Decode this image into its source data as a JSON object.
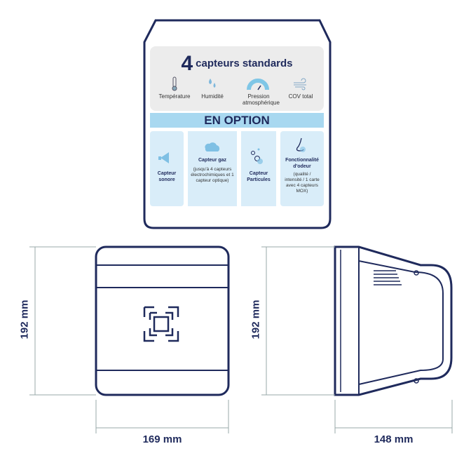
{
  "standard": {
    "count": "4",
    "title": "capteurs standards",
    "sensors": [
      {
        "label": "Température",
        "icon": "thermometer-icon"
      },
      {
        "label": "Humidité",
        "icon": "droplets-icon"
      },
      {
        "label": "Pression atmosphérique",
        "icon": "gauge-icon"
      },
      {
        "label": "COV total",
        "icon": "wind-icon"
      }
    ]
  },
  "option": {
    "title": "EN OPTION",
    "cards": [
      {
        "title": "Capteur sonore",
        "desc": "",
        "icon": "megaphone-icon"
      },
      {
        "title": "Capteur gaz",
        "desc": "(jusqu'à 4 capteurs électrochimiques et 1 capteur optique)",
        "icon": "cloud-icon"
      },
      {
        "title": "Capteur Particules",
        "desc": "",
        "icon": "particles-icon"
      },
      {
        "title": "Fonctionnalité d'odeur",
        "desc": "(qualité / intensité / 1 carte avec 4 capteurs MOX)",
        "icon": "nose-icon"
      }
    ]
  },
  "dimensions": {
    "front_height": "192 mm",
    "front_width": "169 mm",
    "side_height": "192 mm",
    "side_depth": "148 mm"
  },
  "colors": {
    "navy": "#1f2a5c",
    "light_blue": "#d9edf9",
    "option_blue": "#a8d8f0",
    "panel_gray": "#ececec"
  }
}
